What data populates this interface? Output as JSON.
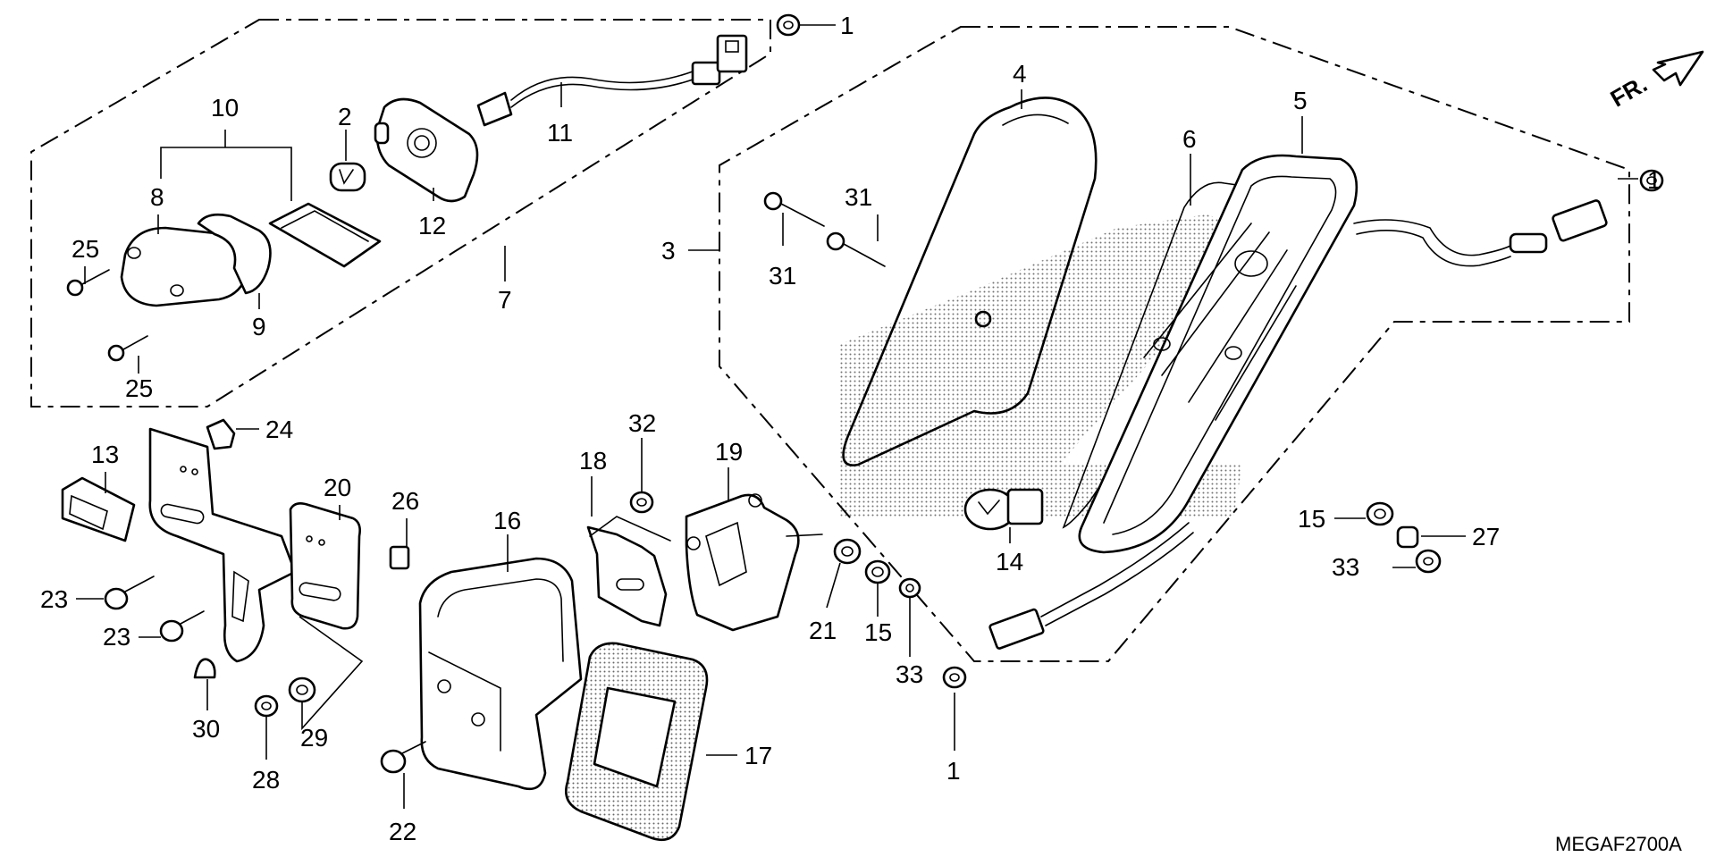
{
  "diagram": {
    "part_code": "MEGAF2700A",
    "direction_label": "FR.",
    "callouts": [
      {
        "id": "c1a",
        "label": "1"
      },
      {
        "id": "c2",
        "label": "2"
      },
      {
        "id": "c7",
        "label": "7"
      },
      {
        "id": "c8",
        "label": "8"
      },
      {
        "id": "c9",
        "label": "9"
      },
      {
        "id": "c10",
        "label": "10"
      },
      {
        "id": "c11",
        "label": "11"
      },
      {
        "id": "c12",
        "label": "12"
      },
      {
        "id": "c25a",
        "label": "25"
      },
      {
        "id": "c25b",
        "label": "25"
      },
      {
        "id": "c3",
        "label": "3"
      },
      {
        "id": "c4",
        "label": "4"
      },
      {
        "id": "c5",
        "label": "5"
      },
      {
        "id": "c6",
        "label": "6"
      },
      {
        "id": "c31a",
        "label": "31"
      },
      {
        "id": "c31b",
        "label": "31"
      },
      {
        "id": "c14",
        "label": "14"
      },
      {
        "id": "c1b",
        "label": "1"
      },
      {
        "id": "c15a",
        "label": "15"
      },
      {
        "id": "c27",
        "label": "27"
      },
      {
        "id": "c33a",
        "label": "33"
      },
      {
        "id": "c13",
        "label": "13"
      },
      {
        "id": "c24",
        "label": "24"
      },
      {
        "id": "c20",
        "label": "20"
      },
      {
        "id": "c26",
        "label": "26"
      },
      {
        "id": "c23a",
        "label": "23"
      },
      {
        "id": "c23b",
        "label": "23"
      },
      {
        "id": "c30",
        "label": "30"
      },
      {
        "id": "c28",
        "label": "28"
      },
      {
        "id": "c29",
        "label": "29"
      },
      {
        "id": "c16",
        "label": "16"
      },
      {
        "id": "c22",
        "label": "22"
      },
      {
        "id": "c17",
        "label": "17"
      },
      {
        "id": "c18",
        "label": "18"
      },
      {
        "id": "c32",
        "label": "32"
      },
      {
        "id": "c19",
        "label": "19"
      },
      {
        "id": "c21",
        "label": "21"
      },
      {
        "id": "c15b",
        "label": "15"
      },
      {
        "id": "c33b",
        "label": "33"
      },
      {
        "id": "c1c",
        "label": "1"
      }
    ]
  }
}
